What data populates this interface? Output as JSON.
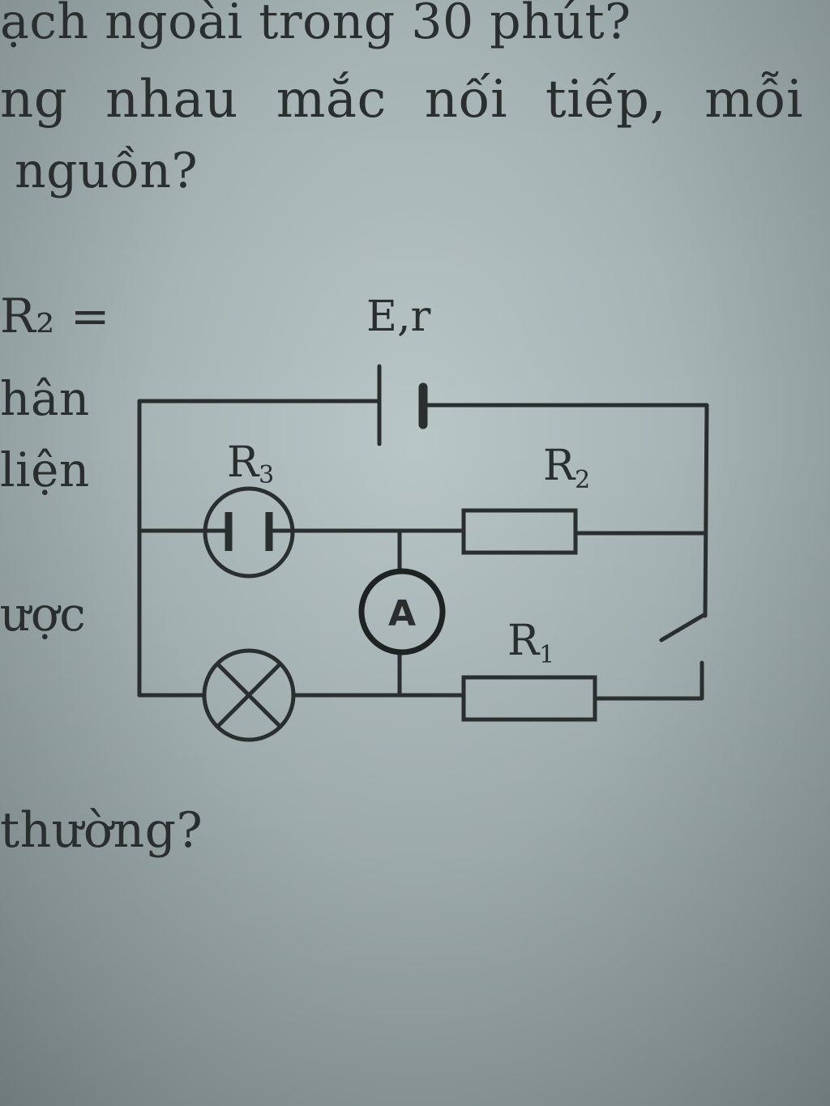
{
  "text_lines": {
    "line1": "ạch ngoài trong 30 phút?",
    "line2": "ng nhau mắc nối tiếp, mỗi",
    "line3": "nguồn?",
    "frag_r2": "R₂ =",
    "frag_han": "hân",
    "frag_dien": "liện",
    "frag_uoc": "ược",
    "frag_thuong": "thường?"
  },
  "circuit_labels": {
    "source": "E,r",
    "r3": "R",
    "r3_sub": "3",
    "r2": "R",
    "r2_sub": "2",
    "r1": "R",
    "r1_sub": "1",
    "ammeter": "A"
  },
  "colors": {
    "ink": "#2a2e2f",
    "paper": "#b9c6c6"
  }
}
